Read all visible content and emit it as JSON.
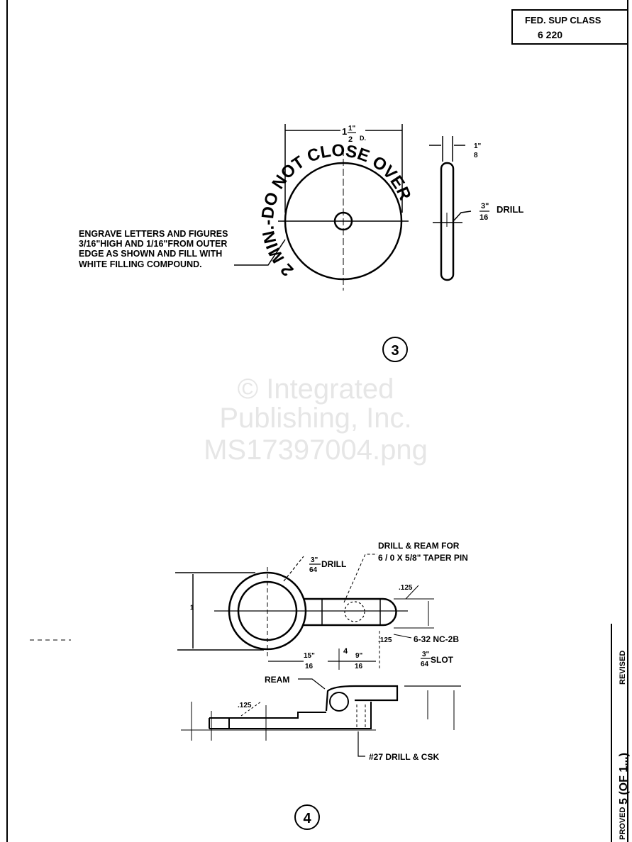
{
  "title_block": {
    "label": "FED. SUP CLASS",
    "value": "6 220"
  },
  "figure3": {
    "diameter_whole": "1",
    "diameter_num": "1\"",
    "diameter_den": "2",
    "diameter_suffix": "D.",
    "engraving": "2 MIN.-DO NOT CLOSE OVER",
    "thickness_num": "1\"",
    "thickness_den": "8",
    "drill_num": "3\"",
    "drill_den": "16",
    "drill_label": "DRILL",
    "note_lines": [
      "ENGRAVE LETTERS AND FIGURES",
      "3/16\"HIGH AND 1/16\"FROM OUTER",
      "EDGE AS SHOWN AND FILL WITH",
      "WHITE FILLING COMPOUND."
    ],
    "number": "3"
  },
  "watermark": [
    "© Integrated",
    "Publishing, Inc.",
    "MS17397004.png"
  ],
  "figure4": {
    "drill_num": "3\"",
    "drill_den": "64",
    "drill_label": "DRILL",
    "taper_note": [
      "DRILL & REAM FOR",
      "6 / 0 X 5/8\" TAPER PIN"
    ],
    "r125_a": ".125",
    "r125_b": ".125",
    "r125_c": ".125",
    "thread": "6-32 NC-2B",
    "slot_num": "3\"",
    "slot_den": "64",
    "slot_label": "SLOT",
    "dim_15_num": "15\"",
    "dim_15_den": "16",
    "dim_9_num": "9\"",
    "dim_9_den": "16",
    "dim_4": "4",
    "ream_label": "REAM",
    "drill27": "#27 DRILL & CSK",
    "number": "4"
  },
  "side_strip": {
    "approved": "PROVED",
    "sheet": "5 (OF 1...)",
    "revised": "REVISED"
  }
}
